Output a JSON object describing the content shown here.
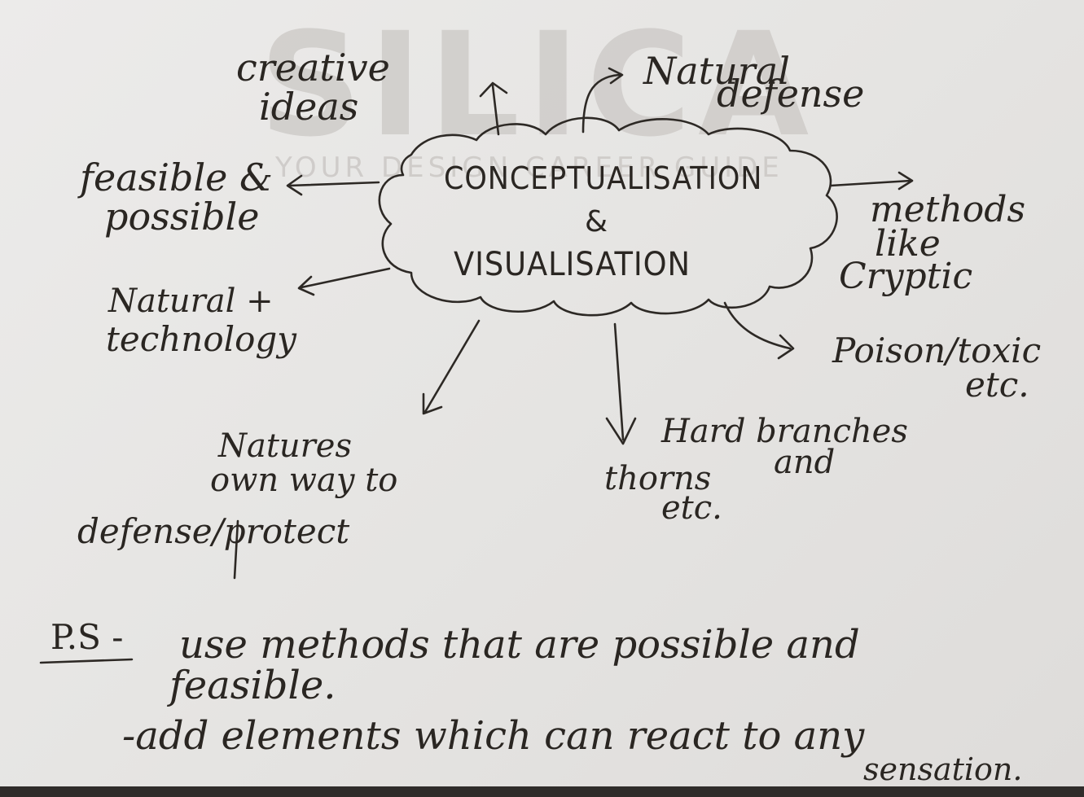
{
  "watermark": {
    "title": "SILICA",
    "subtitle": "YOUR DESIGN CAREER GUIDE"
  },
  "center": {
    "line1": "CONCEPTUALISATION",
    "connector": "&",
    "line2": "VISUALISATION"
  },
  "branches": {
    "creative_ideas": [
      "creative",
      "ideas"
    ],
    "natural_defense": [
      "Natural",
      "defense"
    ],
    "feasible_possible": [
      "feasible &",
      "possible"
    ],
    "methods_cryptic": [
      "methods",
      "like",
      "Cryptic"
    ],
    "natural_technology": [
      "Natural +",
      "technology"
    ],
    "poison": [
      "Poison/toxic",
      "etc."
    ],
    "natures_own_way": [
      "Natures",
      "own way to",
      "defense/protect"
    ],
    "hard_branches": [
      "Hard branches",
      "and",
      "thorns",
      "etc."
    ]
  },
  "ps": {
    "label": "P.S -",
    "line1": "use methods that are possible and",
    "line2": "feasible.",
    "line3": "-add elements which can react to any",
    "line4": "sensation."
  },
  "colors": {
    "ink": "#2a2622",
    "paper": "#e8e7e5",
    "watermark": "#c9c6c3"
  }
}
